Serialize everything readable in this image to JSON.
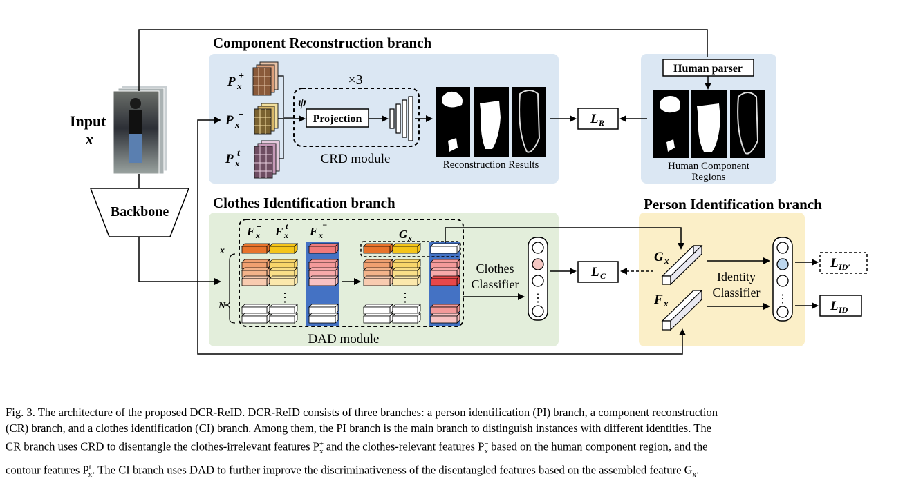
{
  "figure": {
    "input": {
      "label": "Input",
      "var": "x"
    },
    "backbone": "Backbone",
    "cr_branch": {
      "title": "Component Reconstruction branch",
      "p_plus": "P",
      "p_minus": "P",
      "p_t": "P",
      "sub_x": "x",
      "sup_plus": "+",
      "sup_minus": "−",
      "sup_t": "t",
      "psi": "ψ",
      "times3": "×3",
      "projection": "Projection",
      "crd_module": "CRD module",
      "recon_results": "Reconstruction Results",
      "loss_r": "L",
      "loss_r_sub": "R",
      "human_parser": "Human parser",
      "human_component_line1": "Human Component",
      "human_component_line2": "Regions"
    },
    "ci_branch": {
      "title": "Clothes Identification branch",
      "f_plus": "F",
      "f_t": "F",
      "f_minus": "F",
      "g_x": "G",
      "row_x": "x",
      "row_n": "N",
      "dots": "⋮",
      "dad_module": "DAD module",
      "classifier_line1": "Clothes",
      "classifier_line2": "Classifier",
      "loss_c": "L",
      "loss_c_sub": "C"
    },
    "pi_branch": {
      "title": "Person Identification branch",
      "g_x": "G",
      "f_x": "F",
      "sub_x": "x",
      "classifier_line1": "Identity",
      "classifier_line2": "Classifier",
      "loss_id_prime": "L",
      "loss_id_prime_sub": "ID′",
      "loss_id": "L",
      "loss_id_sub": "ID"
    },
    "colors": {
      "cr_bg": "#dbe7f3",
      "ci_bg": "#e3eedb",
      "pi_bg": "#fbefc8",
      "highlight_blue": "#4472c4",
      "node_pink": "#f4c7c3",
      "node_blue": "#bdd7ee"
    }
  },
  "caption": {
    "line1": "Fig. 3.  The architecture of the proposed DCR-ReID. DCR-ReID consists of three branches: a person identification (PI) branch, a component reconstruction",
    "line2": "(CR) branch, and a clothes identification (CI) branch. Among them, the PI branch is the main branch to distinguish instances with different identities. The",
    "line3": "CR branch uses CRD to disentangle the clothes-irrelevant features P",
    "line3b": " and the clothes-relevant features P",
    "line3c": " based on the human component region, and the",
    "line4": "contour features P",
    "line4b": ". The CI branch uses DAD to further improve the discriminativeness of the disentangled features based on the assembled feature G",
    "line4c": "."
  }
}
